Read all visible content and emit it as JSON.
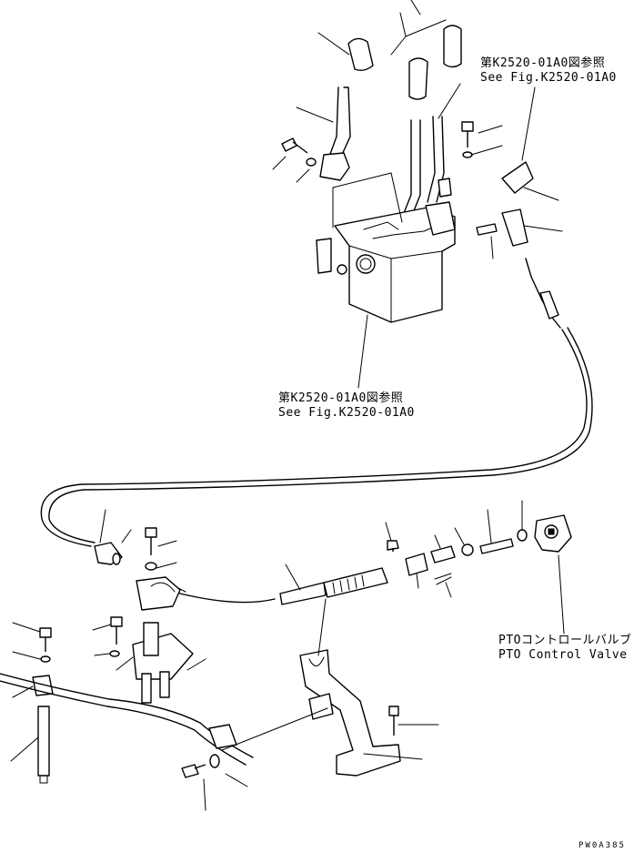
{
  "callouts": {
    "top_ref": {
      "jp": "第K2520-01A0図参照",
      "en": "See Fig.K2520-01A0"
    },
    "mid_ref": {
      "jp": "第K2520-01A0図参照",
      "en": "See Fig.K2520-01A0"
    },
    "valve_ref": {
      "jp": "PTOコントロールバルブ",
      "en": "PTO Control Valve"
    }
  },
  "drawing_code": "PW0A385"
}
